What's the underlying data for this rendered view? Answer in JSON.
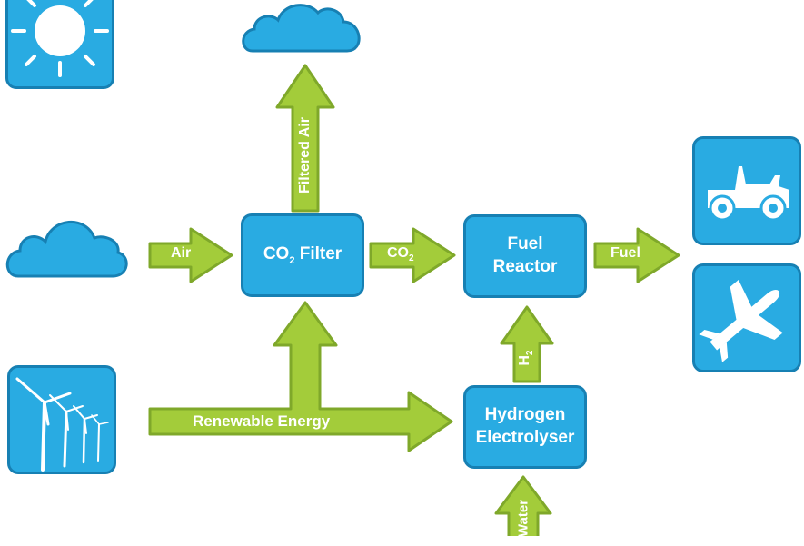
{
  "colors": {
    "box_fill": "#29abe2",
    "box_border": "#1780b3",
    "arrow_fill": "#a3cc3a",
    "arrow_border": "#7fa82a",
    "text": "#ffffff"
  },
  "nodes": {
    "co2_filter": {
      "label_main": "CO",
      "label_sub": "2",
      "label_rest": " Filter"
    },
    "fuel_reactor": {
      "line1": "Fuel",
      "line2": "Reactor"
    },
    "electrolyser": {
      "line1": "Hydrogen",
      "line2": "Electrolyser"
    }
  },
  "arrows": {
    "air": "Air",
    "filtered_air": "Filtered Air",
    "co2_main": "CO",
    "co2_sub": "2",
    "fuel": "Fuel",
    "h2_main": "H",
    "h2_sub": "2",
    "renewable": "Renewable Energy",
    "water": "Water"
  },
  "icons": [
    "sun-icon",
    "cloud-icon",
    "wind-turbine-icon",
    "car-icon",
    "airplane-icon"
  ]
}
